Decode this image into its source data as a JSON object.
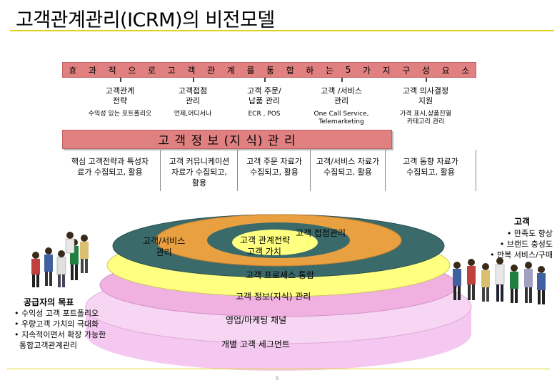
{
  "title": "고객관계관리(ICRM)의 비전모델",
  "top_banner": {
    "segments": [
      "효",
      "과",
      "적",
      "으",
      "로",
      "고",
      "객",
      "관",
      "계",
      "를",
      "통",
      "합",
      "하",
      "는",
      "5",
      "가",
      "지",
      "구",
      "성",
      "요",
      "소"
    ]
  },
  "columns": [
    {
      "head": "고객관계\n전략",
      "sub": "수익성 있는 포트폴리오",
      "data": "핵심 고객전략과 특성자\n료가 수집되고, 활용"
    },
    {
      "head": "고객접점\n관리",
      "sub": "언제,어디서나",
      "data": "고객 커뮤니케이션\n자료가 수집되고,\n활용"
    },
    {
      "head": "고객 주문/\n납품 관리",
      "sub": "ECR , POS",
      "data": "고객 주문 자료가\n수집되고, 활용"
    },
    {
      "head": "고객 /서비스\n관리",
      "sub": "One Call Service,\nTelemarketing",
      "data": "고객/서비스 자료가\n수집되고, 활용"
    },
    {
      "head": "고객 의사결정\n지원",
      "sub": "가격 표시,상품진열\n카테고리 관리",
      "data": "고객 동향 자료가\n수집되고, 활용"
    }
  ],
  "info_banner": "고 객  정 보 (지 식)  관 리",
  "diagram": {
    "top_left_label": "고객/서비스\n관리",
    "top_center_label": "고객 관계전략",
    "top_center_sub": "고객 가치",
    "top_right_label": "고객 접점관리",
    "process_label": "고객 프로세스 통합",
    "info_label": "고객 정보(지식) 관리",
    "channel_label": "영업/마케팅 채널",
    "segment_label": "개별 고객 세그먼트"
  },
  "supplier": {
    "title": "공급자의 목표",
    "items": [
      "• 수익성 고객 포트폴리오",
      "• 우량고객 가치의 극대화",
      "• 지속적이면서 확장 가능한",
      "  통합고객관계관리"
    ]
  },
  "customer": {
    "title": "고객",
    "items": [
      "• 만족도 향상",
      "• 브랜드 충성도",
      "• 반복 서비스/구매"
    ]
  },
  "page_number": "5",
  "colors": {
    "banner": "#e08080",
    "title_rule": "#e0d020",
    "disc_dark": "#3a6a6a",
    "disc_orange": "#e8a040",
    "disc_yellow": "#ffff80",
    "disc_pink": "#f0b0e0",
    "disc_lilac": "#f4c8f0"
  }
}
